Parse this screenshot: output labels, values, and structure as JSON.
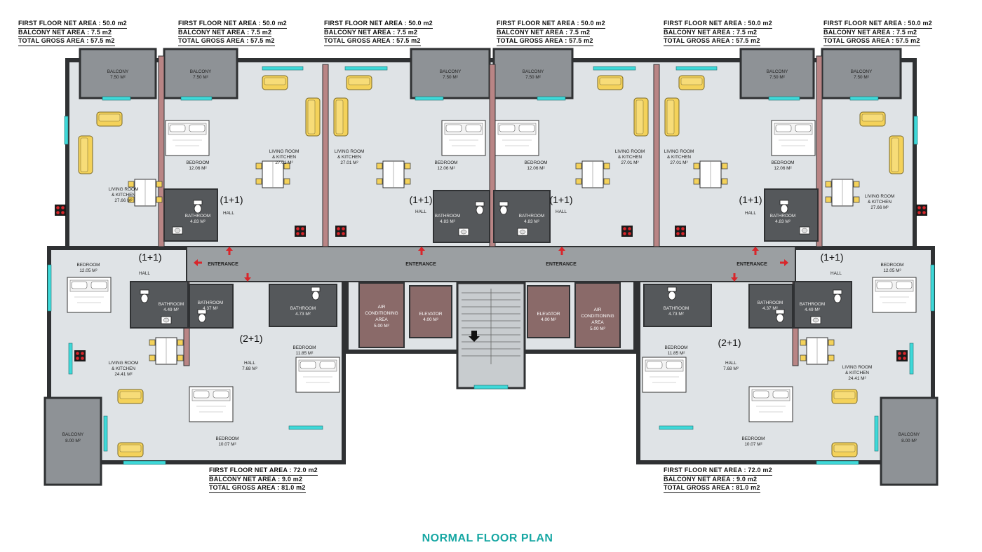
{
  "title": "NORMAL FLOOR PLAN",
  "colors": {
    "wall": "#2f3133",
    "floor": "#dfe3e6",
    "balcony": "#8e9296",
    "corridor": "#9b9fa2",
    "wet_room": "#55585b",
    "service_room": "#8a6a69",
    "partition": "#b98585",
    "window": "#3fd9d9",
    "sofa": "#f4d25a",
    "accent_title": "#17a7a3"
  },
  "annotations": {
    "small_unit": {
      "net": "FIRST FLOOR NET AREA : 50.0 m2",
      "balcony": "BALCONY NET AREA : 7.5 m2",
      "gross": "TOTAL GROSS AREA : 57.5 m2"
    },
    "large_unit": {
      "net": "FIRST FLOOR NET AREA : 72.0 m2",
      "balcony": "BALCONY NET AREA : 9.0 m2",
      "gross": "TOTAL GROSS AREA : 81.0 m2"
    }
  },
  "room_labels": {
    "balcony": "BALCONY",
    "balcony_area_small": "7.50 M²",
    "balcony_area_large": "8.00 M²",
    "bedroom": "BEDROOM",
    "living_room": "LIVING ROOM",
    "kitchen": "& KITCHEN",
    "bathroom": "BATHROOM",
    "hall": "HALL",
    "entrance": "ENTERANCE",
    "elevator": "ELEVATOR",
    "air_conditioning_1": "AIR",
    "air_conditioning_2": "CONDITIONING",
    "air_conditioning_3": "AREA",
    "unit_1_1": "(1+1)",
    "unit_2_1": "(2+1)"
  },
  "room_areas": {
    "bedroom_a": "12.06 M²",
    "bedroom_b": "12.05 M²",
    "bedroom_c": "11.85 M²",
    "bedroom_d": "10.07 M²",
    "living_a": "27.01 M²",
    "living_b": "27.66 M²",
    "living_c": "24.41 M²",
    "bath_a": "4.83 M²",
    "bath_b": "4.49 M²",
    "bath_c": "4.37 M²",
    "bath_d": "4.73 M²",
    "hall_a": "7.68 M²",
    "elevator": "4.00 M²",
    "air_conditioning": "5.00 M²"
  }
}
